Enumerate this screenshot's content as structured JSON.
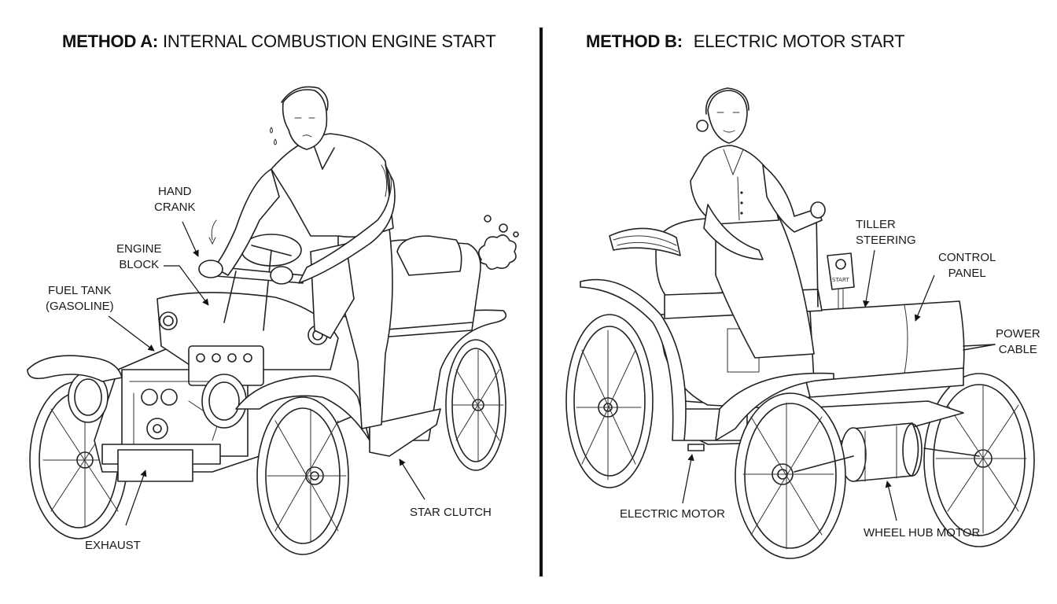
{
  "panels": {
    "a": {
      "title_bold": "METHOD A:",
      "title_rest": "INTERNAL COMBUSTION ENGINE START",
      "figure": "man-hand-cranking-car",
      "labels": {
        "hand_crank": [
          "HAND",
          "CRANK"
        ],
        "engine_block": [
          "ENGINE",
          "BLOCK"
        ],
        "fuel_tank": [
          "FUEL TANK",
          "(GASOLINE)"
        ],
        "exhaust": [
          "EXHAUST"
        ],
        "star_clutch": [
          "STAR CLUTCH"
        ]
      }
    },
    "b": {
      "title_bold": "METHOD B:",
      "title_rest": "ELECTRIC MOTOR START",
      "figure": "woman-driving-electric-carriage",
      "start_button_text": "START",
      "labels": {
        "tiller_steering": [
          "TILLER",
          "STEERING"
        ],
        "control_panel": [
          "CONTROL",
          "PANEL"
        ],
        "power_cable": [
          "POWER",
          "CABLE"
        ],
        "electric_motor": [
          "ELECTRIC MOTOR"
        ],
        "wheel_hub_motor": [
          "WHEEL HUB MOTOR"
        ]
      }
    }
  },
  "colors": {
    "ink": "#111111",
    "background": "#ffffff",
    "motor_glow": "#7ccf8a"
  }
}
